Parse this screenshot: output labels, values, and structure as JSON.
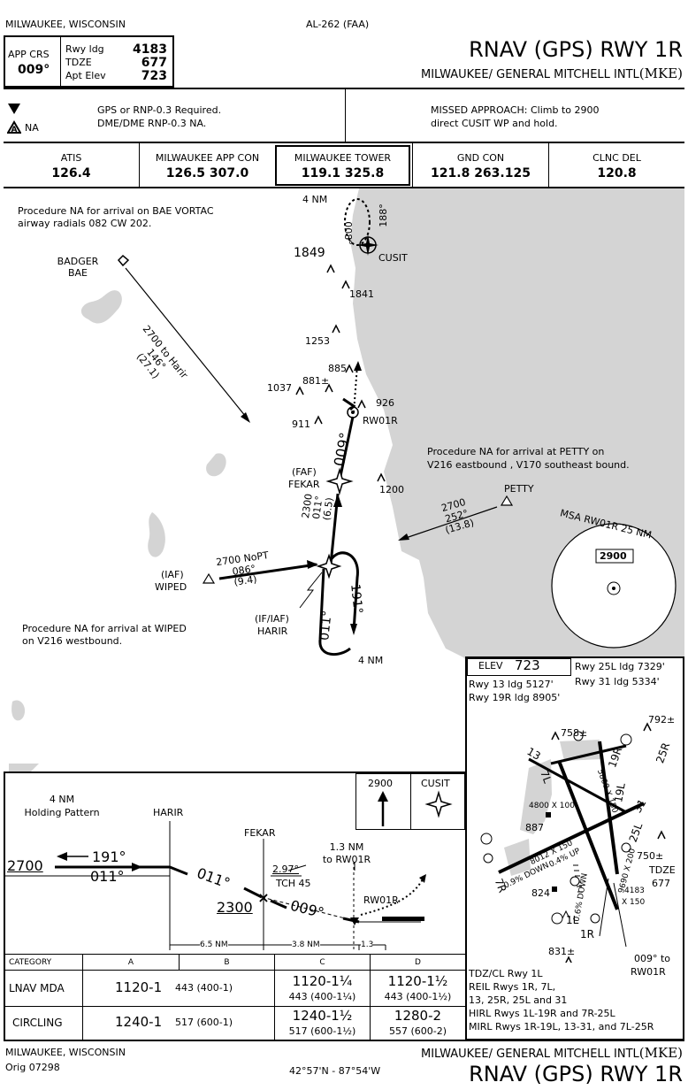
{
  "header": {
    "city": "MILWAUKEE, WISCONSIN",
    "chart_id": "AL-262 (FAA)",
    "title": "RNAV (GPS) RWY 1R",
    "airport": "MILWAUKEE/ GENERAL MITCHELL INTL",
    "airport_id": "(MKE)"
  },
  "briefing": {
    "app_crs_label": "APP CRS",
    "app_crs": "009°",
    "rwy_ldg_label": "Rwy ldg",
    "rwy_ldg": "4183",
    "tdze_label": "TDZE",
    "tdze": "677",
    "apt_elev_label": "Apt Elev",
    "apt_elev": "723",
    "notes": [
      "GPS or RNP-0.3 Required.",
      "DME/DME RNP-0.3 NA."
    ],
    "na_label": "NA",
    "missed_approach": [
      "MISSED APPROACH: Climb to 2900",
      "direct CUSIT WP and hold."
    ]
  },
  "comms": [
    {
      "label": "ATIS",
      "freq": "126.4"
    },
    {
      "label": "MILWAUKEE APP CON",
      "freq": "126.5  307.0"
    },
    {
      "label": "MILWAUKEE TOWER",
      "freq": "119.1  325.8"
    },
    {
      "label": "GND CON",
      "freq": "121.8 263.125"
    },
    {
      "label": "CLNC DEL",
      "freq": "120.8"
    }
  ],
  "plan_view": {
    "note_bae": [
      "Procedure NA for arrival on BAE VORTAC",
      "airway radials 082 CW 202."
    ],
    "badger": [
      "BADGER",
      "BAE"
    ],
    "badger_route": [
      "2700 to Harir",
      "146°",
      "(27.1)"
    ],
    "hold_top_dist": "4 NM",
    "hold_top_in": "188°",
    "hold_top_out": "008°",
    "cusit": "CUSIT",
    "elevations": [
      "1849",
      "1841",
      "1253",
      "885",
      "881±",
      "1037",
      "926",
      "911",
      "1200"
    ],
    "rw01r": "RW01R",
    "crs_009": "009°",
    "faf": [
      "(FAF)",
      "FEKAR"
    ],
    "note_petty": [
      "Procedure NA for arrival at PETTY on",
      "V216 eastbound , V170 southeast bound."
    ],
    "petty": "PETTY",
    "petty_route": [
      "2700",
      "252°",
      "(13.8)"
    ],
    "harir_seg": [
      "2300",
      "011°",
      "(6.5)"
    ],
    "iaf": [
      "(IAF)",
      "WIPED"
    ],
    "wiped_route": [
      "2700 NoPT",
      "086°",
      "(9.4)"
    ],
    "if_iaf": [
      "(IF/IAF)",
      "HARIR"
    ],
    "hold_harir_in": "011°",
    "hold_harir_out": "191°",
    "hold_harir_dist": "4 NM",
    "note_wiped": [
      "Procedure NA for arrival at WIPED",
      "on V216 westbound."
    ],
    "msa_label": "MSA RW01R 25 NM",
    "msa_alt": "2900"
  },
  "airport_diagram": {
    "elev_label": "ELEV",
    "elev": "723",
    "rwy_info": [
      "Rwy 25L ldg 7329'",
      "Rwy 31 ldg 5334'",
      "Rwy 13 ldg 5127'",
      "Rwy 19R ldg 8905'"
    ],
    "elevs": [
      "758±",
      "792±",
      "887",
      "750±",
      "824",
      "831±"
    ],
    "tdze_label": "TDZE",
    "tdze": "677",
    "runway_dims": [
      "4800 X 100",
      "5868 X 150",
      "8012 X 150",
      "9690 X 200",
      "4183",
      "X 150"
    ],
    "slope_up": "0.4% UP",
    "slope_down": "0.9% DOWN",
    "slope_down2": "0.6% DOWN",
    "rwy_labels": [
      "19R",
      "25R",
      "7L",
      "13",
      "31",
      "19L",
      "25L",
      "7R",
      "1L",
      "1R"
    ],
    "final_note": [
      "009° to",
      "RW01R"
    ]
  },
  "profile": {
    "hold_note": [
      "4 NM",
      "Holding Pattern"
    ],
    "harir": "HARIR",
    "fekar": "FEKAR",
    "alt_2700": "2700",
    "crs_191": "191°",
    "crs_011": "011°",
    "crs_011b": "011°",
    "alt_2300": "2300",
    "gs": "2.97°",
    "tch": "TCH 45",
    "dist_to_rw": [
      "1.3 NM",
      "to RW01R"
    ],
    "crs_009": "009°",
    "rw01r": "RW01R",
    "dists": [
      "6.5 NM",
      "3.8 NM",
      "1.3"
    ],
    "missed_alt": "2900",
    "missed_fix": "CUSIT"
  },
  "minimums": {
    "headers": [
      "CATEGORY",
      "A",
      "B",
      "C",
      "D"
    ],
    "lnav_label": "LNAV  MDA",
    "lnav_ab": "1120-1",
    "lnav_ab_hat": "443 (400-1)",
    "lnav_c": "1120-1¼",
    "lnav_c_hat": "443 (400-1¼)",
    "lnav_d": "1120-1½",
    "lnav_d_hat": "443 (400-1½)",
    "circ_label": "CIRCLING",
    "circ_ab": "1240-1",
    "circ_ab_hat": "517 (600-1)",
    "circ_c": "1240-1½",
    "circ_c_hat": "517 (600-1½)",
    "circ_d": "1280-2",
    "circ_d_hat": "557 (600-2)",
    "lighting": [
      "TDZ/CL Rwy 1L",
      "REIL Rwys 1R, 7L,",
      "13, 25R, 25L and 31",
      "HIRL Rwys 1L-19R and 7R-25L",
      "MIRL Rwys 1R-19L, 13-31, and 7L-25R"
    ]
  },
  "footer": {
    "city": "MILWAUKEE, WISCONSIN",
    "orig": "Orig  07298",
    "coords": "42°57'N - 87°54'W",
    "airport": "MILWAUKEE/ GENERAL MITCHELL INTL",
    "airport_id": "(MKE)",
    "title": "RNAV (GPS) RWY 1R"
  },
  "colors": {
    "land_water": "#d4d4d4",
    "ink": "#000000"
  }
}
